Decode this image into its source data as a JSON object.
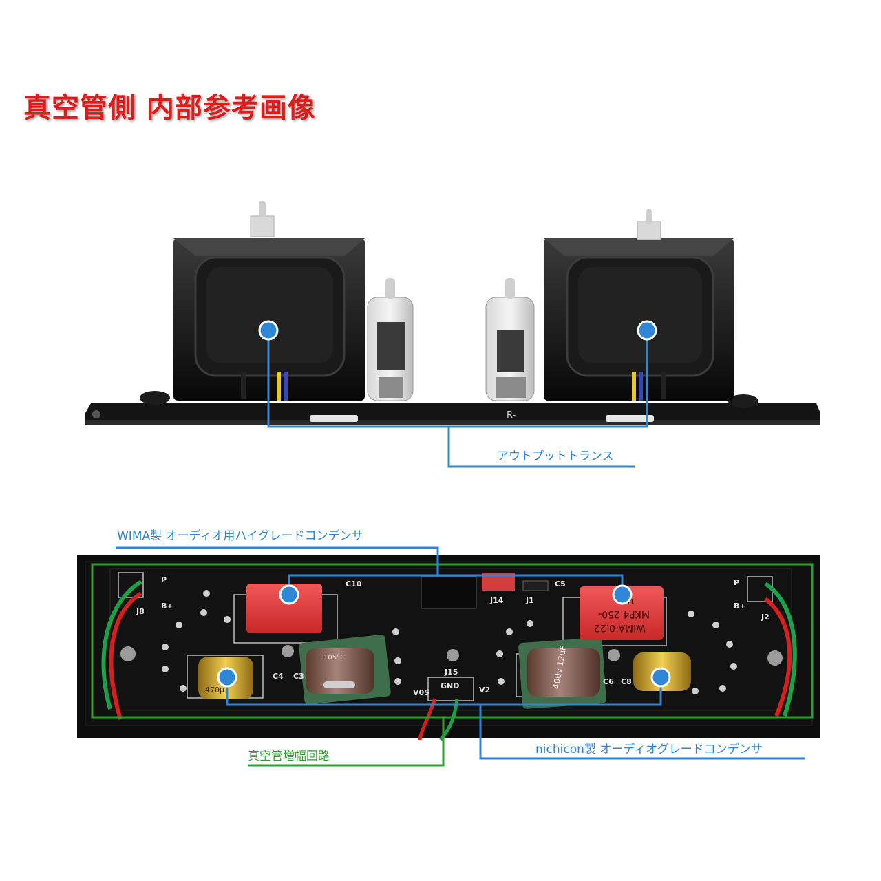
{
  "title": "真空管側 内部参考画像",
  "labels": {
    "output_transformer": "アウトプットトランス",
    "wima_capacitor": "WIMA製 オーディオ用ハイグレードコンデンサ",
    "tube_amp_circuit": "真空管増幅回路",
    "nichicon_capacitor": "nichicon製 オーディオグレードコンデンサ"
  },
  "board_silkscreen": {
    "chassis_mark": "R-",
    "left_p": "P",
    "left_bplus": "B+",
    "left_j": "J8",
    "right_p": "P",
    "right_bplus": "B+",
    "right_j": "J2",
    "c10": "C10",
    "j14": "J14",
    "j1": "J1",
    "c5": "C5",
    "c4": "C4",
    "c3": "C3",
    "c6": "C6",
    "c8": "C8",
    "j15": "J15",
    "gnd": "GND",
    "v2": "V2",
    "v0s": "V0S"
  },
  "component_markings": {
    "wima_right_line1": "WIMA 0.22",
    "wima_right_line2": "MKP4 250-",
    "wima_right_line3": "10%",
    "cap_left_text": "105°C",
    "cap_right_text": "400v 12μF",
    "gold_cap_text": "470μ"
  },
  "colors": {
    "title_red": "#e11a1a",
    "callout_blue": "#2f86d6",
    "callout_green": "#2e9e2e"
  }
}
